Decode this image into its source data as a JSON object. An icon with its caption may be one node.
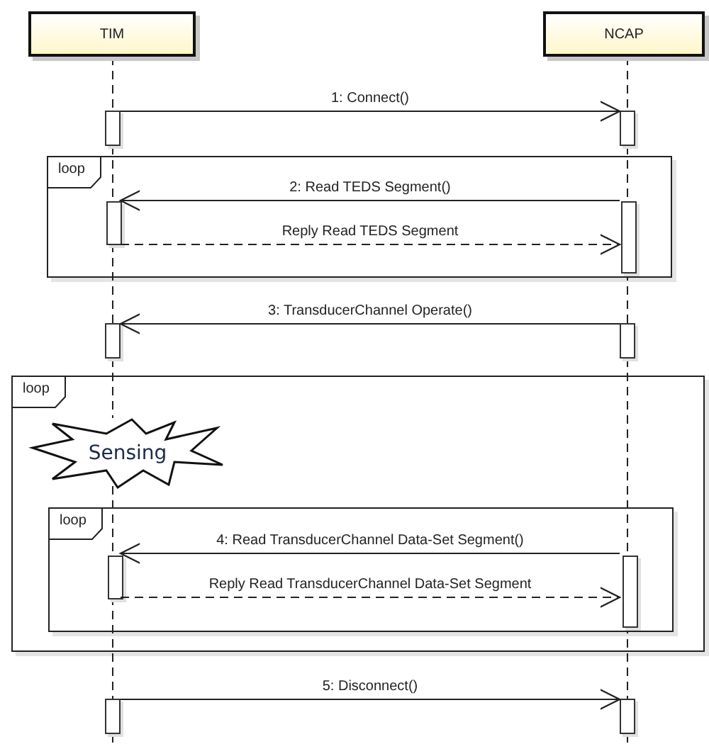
{
  "diagram": {
    "nodes": [
      {
        "text": [
          "TIM"
        ]
      },
      {
        "text": [
          "NCAP"
        ]
      },
      {
        "text": [],
        "shape": "bar"
      },
      {
        "text": [],
        "shape": "bar"
      },
      {
        "text": [
          "loop"
        ]
      },
      {
        "text": [],
        "shape": "bar",
        "in": 4
      },
      {
        "text": [],
        "shape": "bar",
        "in": 4
      },
      {
        "text": [],
        "shape": "bar"
      },
      {
        "text": [],
        "shape": "bar"
      },
      {
        "text": [
          "loop"
        ]
      },
      {
        "text": [
          "Sensing"
        ],
        "in": 9
      },
      {
        "text": [
          "loop"
        ],
        "in": 9
      },
      {
        "text": [],
        "shape": "bar",
        "in": 11
      },
      {
        "text": [],
        "shape": "bar",
        "in": 11
      },
      {
        "text": [],
        "shape": "bar"
      },
      {
        "text": [],
        "shape": "bar"
      }
    ],
    "edges": [
      {
        "from": 2,
        "to": 3,
        "arrow": "to",
        "label": "1: Connect()"
      },
      {
        "from": 6,
        "to": 5,
        "arrow": "to",
        "label": "2: Read TEDS Segment()"
      },
      {
        "from": 5,
        "to": 6,
        "arrow": "to",
        "label": "Reply Read TEDS Segment",
        "style": "dashed"
      },
      {
        "from": 8,
        "to": 7,
        "arrow": "to",
        "label": "3: TransducerChannel Operate()"
      },
      {
        "from": 13,
        "to": 12,
        "arrow": "to",
        "label": "4: Read TransducerChannel Data-Set Segment()"
      },
      {
        "from": 12,
        "to": 13,
        "arrow": "to",
        "label": "Reply Read TransducerChannel Data-Set Segment",
        "style": "dashed"
      },
      {
        "from": 14,
        "to": 15,
        "arrow": "to",
        "label": "5: Disconnect()"
      },
      {
        "from": 0,
        "to": 2,
        "arrow": "none",
        "style": "dashed"
      },
      {
        "from": 2,
        "to": 5,
        "arrow": "none",
        "style": "dashed"
      },
      {
        "from": 5,
        "to": 7,
        "arrow": "none",
        "style": "dashed"
      },
      {
        "from": 7,
        "to": 10,
        "arrow": "none",
        "style": "dashed"
      },
      {
        "from": 10,
        "to": 12,
        "arrow": "none",
        "style": "dashed"
      },
      {
        "from": 12,
        "to": 14,
        "arrow": "none",
        "style": "dashed"
      },
      {
        "from": 14,
        "to": null,
        "arrow": "none",
        "style": "dashed"
      },
      {
        "from": 1,
        "to": 3,
        "arrow": "none",
        "style": "dashed"
      },
      {
        "from": 3,
        "to": 6,
        "arrow": "none",
        "style": "dashed"
      },
      {
        "from": 6,
        "to": 8,
        "arrow": "none",
        "style": "dashed"
      },
      {
        "from": 8,
        "to": 13,
        "arrow": "none",
        "style": "dashed"
      },
      {
        "from": 13,
        "to": 15,
        "arrow": "none",
        "style": "dashed"
      },
      {
        "from": 15,
        "to": null,
        "arrow": "none",
        "style": "dashed"
      }
    ]
  }
}
